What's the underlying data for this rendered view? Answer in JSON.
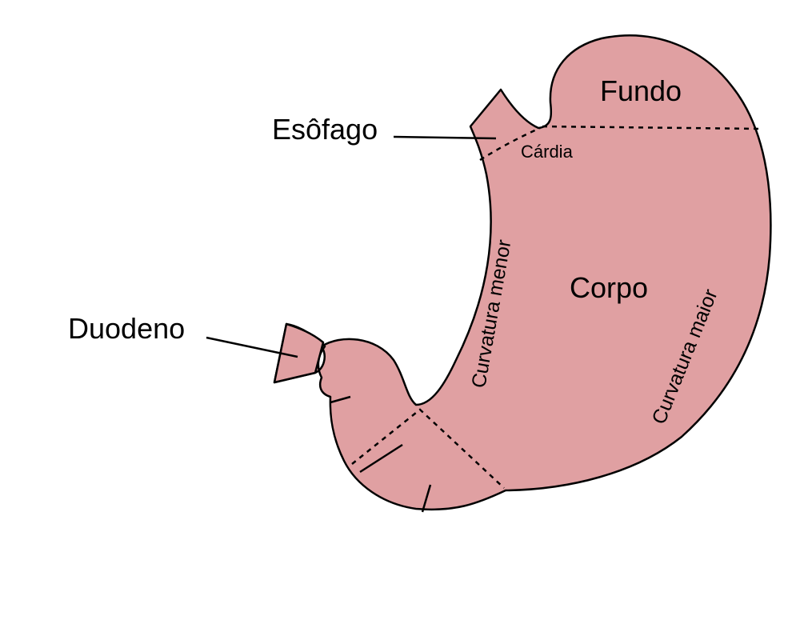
{
  "colors": {
    "organ_fill": "#e0a0a2",
    "outline": "#000000",
    "background": "#ffffff"
  },
  "labels": {
    "esophagus": "Esôfago",
    "fundus": "Fundo",
    "cardia": "Cárdia",
    "body": "Corpo",
    "lesser_curvature": "Curvatura menor",
    "greater_curvature": "Curvatura maior",
    "duodenum": "Duodeno"
  }
}
